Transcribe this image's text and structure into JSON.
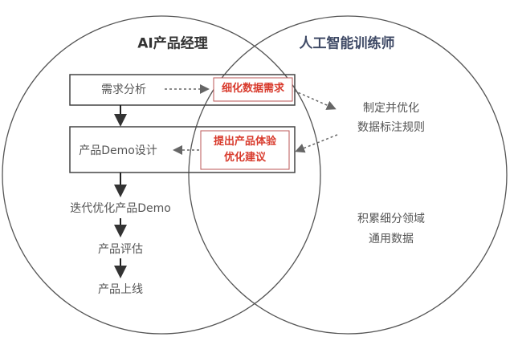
{
  "left_title": "AI产品经理",
  "right_title": "人工智能训练师",
  "steps": [
    "需求分析",
    "产品Demo设计",
    "迭代优化产品Demo",
    "产品评估",
    "产品上线"
  ],
  "overlap": {
    "refine": "细化数据需求",
    "suggest_line1": "提出产品体验",
    "suggest_line2": "优化建议"
  },
  "trainer": {
    "rules_line1": "制定并优化",
    "rules_line2": "数据标注规则",
    "data_line1": "积累细分领域",
    "data_line2": "通用数据"
  },
  "colors": {
    "circle": "#555555",
    "highlight": "#d83a2c",
    "box": "#444444"
  }
}
